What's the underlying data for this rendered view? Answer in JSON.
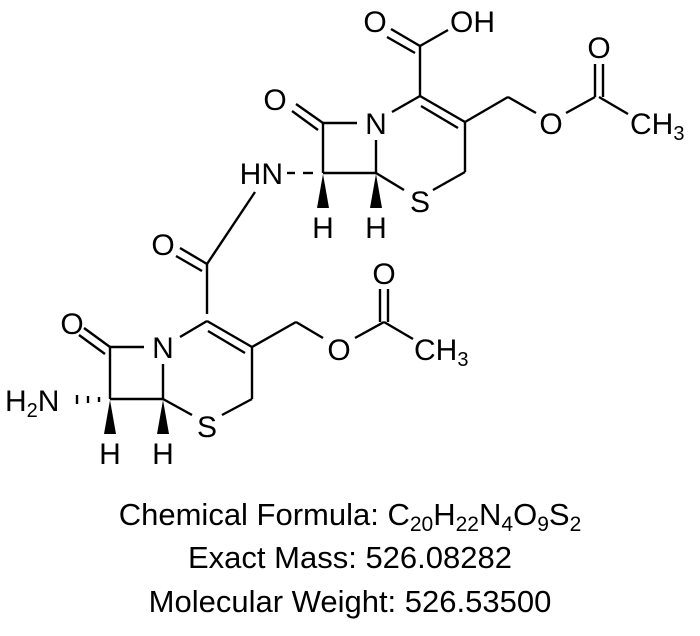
{
  "compound": {
    "formula_label": "Chemical Formula: ",
    "formula_parts": [
      {
        "el": "C",
        "n": "20"
      },
      {
        "el": "H",
        "n": "22"
      },
      {
        "el": "N",
        "n": "4"
      },
      {
        "el": "O",
        "n": "9"
      },
      {
        "el": "S",
        "n": "2"
      }
    ],
    "exact_mass_label": "Exact Mass: ",
    "exact_mass": "526.08282",
    "molecular_weight_label": "Molecular Weight: ",
    "molecular_weight": "526.53500"
  },
  "structure": {
    "upper_unit": {
      "labels": {
        "carbonyl_o": "O",
        "ring_n": "N",
        "ring_s": "S",
        "acid_o": "O",
        "acid_oh": "OH",
        "amide_nh": "HN",
        "h_alpha": "H",
        "h_beta": "H",
        "ester_o": "O",
        "ester_carbonyl_o": "O",
        "methyl_c": "CH",
        "methyl_sub": "3"
      }
    },
    "lower_unit": {
      "labels": {
        "carbonyl_o": "O",
        "ring_n": "N",
        "ring_s": "S",
        "amide_o": "O",
        "amine_h": "H",
        "amine_sub": "2",
        "amine_n": "N",
        "h_alpha": "H",
        "h_beta": "H",
        "ester_o": "O",
        "ester_carbonyl_o": "O",
        "methyl_c": "CH",
        "methyl_sub": "3"
      }
    }
  }
}
